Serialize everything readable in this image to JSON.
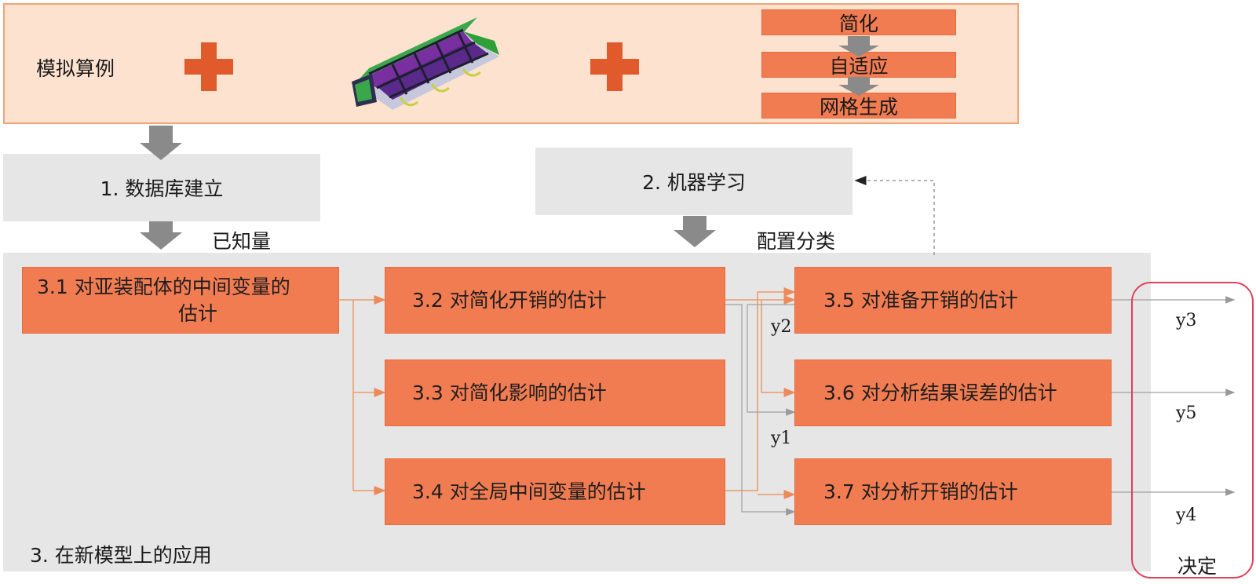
{
  "top": {
    "label": "模拟算例",
    "steps": [
      "简化",
      "自适应",
      "网格生成"
    ]
  },
  "database": {
    "label": "1. 数据库建立",
    "note": "已知量"
  },
  "ml": {
    "label": "2. 机器学习",
    "note": "配置分类"
  },
  "application": {
    "label": "3. 在新模型上的应用"
  },
  "boxes": {
    "b31": {
      "line1": "3.1 对亚装配体的中间变量的",
      "line2": "估计"
    },
    "b32": "3.2 对简化开销的估计",
    "b33": "3.3 对简化影响的估计",
    "b34": "3.4 对全局中间变量的估计",
    "b35": "3.5 对准备开销的估计",
    "b36": "3.6 对分析结果误差的估计",
    "b37": "3.7 对分析开销的估计"
  },
  "outputs": {
    "y1": "y1",
    "y2": "y2",
    "y3": "y3",
    "y4": "y4",
    "y5": "y5"
  },
  "decision": {
    "label": "决定"
  },
  "colors": {
    "box_orange": "#f27c52",
    "top_panel": "#fde2cf",
    "grey_panel": "#e6e6e6",
    "arrow_grey": "#888888",
    "connector_orange": "#f0a070",
    "decision_border": "#e0405a"
  }
}
